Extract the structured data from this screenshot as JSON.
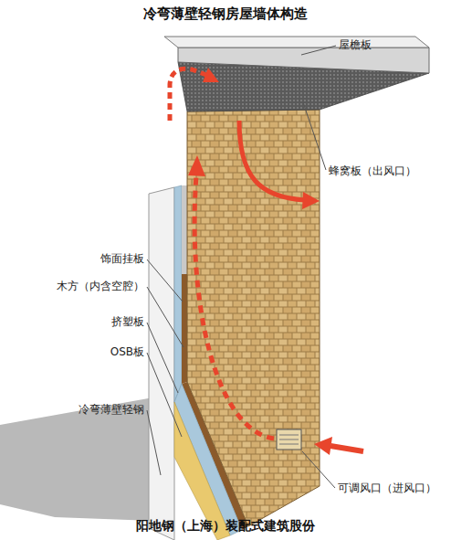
{
  "diagram": {
    "title": "冷弯薄壁轻钢房屋墙体构造",
    "caption": "阳地钢（上海）装配式建筑股份",
    "labels": [
      "屋檐板",
      "蜂窝板（出风口）",
      "饰面挂板",
      "木方（内含空腔）",
      "挤塑板",
      "OSB板",
      "冷弯薄壁轻钢",
      "可调风口（进风口）"
    ]
  }
}
